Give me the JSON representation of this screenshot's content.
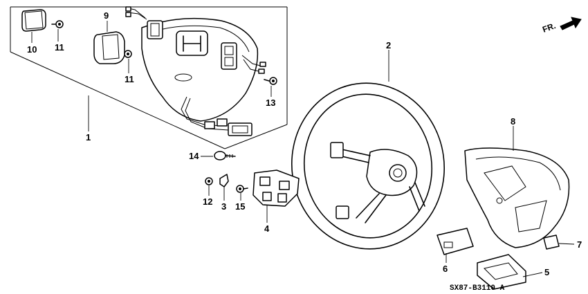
{
  "diagram": {
    "callouts": [
      "1",
      "2",
      "3",
      "4",
      "5",
      "6",
      "7",
      "8",
      "9",
      "10",
      "11",
      "11",
      "12",
      "13",
      "14",
      "15"
    ],
    "direction_label": "FR.",
    "drawing_code": "SX87-B3110 A"
  }
}
